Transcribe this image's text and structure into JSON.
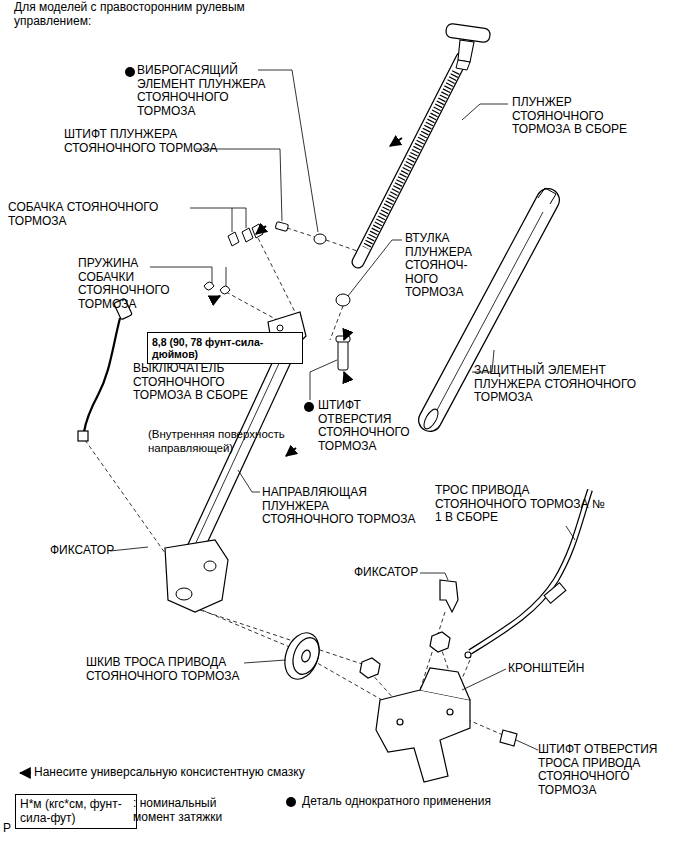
{
  "diagram": {
    "title": "Для моделей с правосторонним рулевым управлением:",
    "nodes": [
      {
        "text": [
          "8,8 (90, 78 фунт-сила-дюймов)"
        ]
      },
      {
        "text": [
          "Н*м (кгс*см, фунт-сила-фут)"
        ]
      }
    ],
    "labels": [
      "ВИБРОГАСЯЩИЙ ЭЛЕМЕНТ ПЛУНЖЕРА СТОЯНОЧНОГО ТОРМОЗА",
      "ПЛУНЖЕР СТОЯНОЧНОГО ТОРМОЗА В СБОРЕ",
      "ШТИФТ ПЛУНЖЕРА СТОЯНОЧНОГО ТОРМОЗА",
      "СОБАЧКА СТОЯНОЧНОГО ТОРМОЗА",
      "ВТУЛКА ПЛУНЖЕРА СТОЯНОЧ- НОГО ТОРМОЗА",
      "ПРУЖИНА СОБАЧКИ СТОЯНОЧНОГО ТОРМОЗА",
      "ВЫКЛЮЧАТЕЛЬ СТОЯНОЧНОГО ТОРМОЗА В СБОРЕ",
      "ШТИФТ ОТВЕРСТИЯ СТОЯНОЧНОГО ТОРМОЗА",
      "ЗАЩИТНЫЙ ЭЛЕМЕНТ ПЛУНЖЕРА СТОЯНОЧНОГО ТОРМОЗА",
      "(Внутренняя поверхность направляющей)",
      "НАПРАВЛЯЮЩАЯ ПЛУНЖЕРА СТОЯНОЧНОГО ТОРМОЗА",
      "ФИКСАТОР",
      "ТРОС ПРИВОДА СТОЯНОЧНОГО ТОРМОЗА № 1 В СБОРЕ",
      "ФИКСАТОР",
      "ШКИВ ТРОСА ПРИВОДА СТОЯНОЧНОГО ТОРМОЗА",
      "КРОНШТЕЙН",
      "ШТИФТ ОТВЕРСТИЯ ТРОСА ПРИВОДА СТОЯНОЧНОГО ТОРМОЗА",
      "P"
    ],
    "legend": [
      {
        "text": "Нанесите универсальную консистентную смазку"
      },
      {
        "text": ": номинальный момент затяжки"
      },
      {
        "text": "Деталь однократного применения"
      }
    ]
  }
}
